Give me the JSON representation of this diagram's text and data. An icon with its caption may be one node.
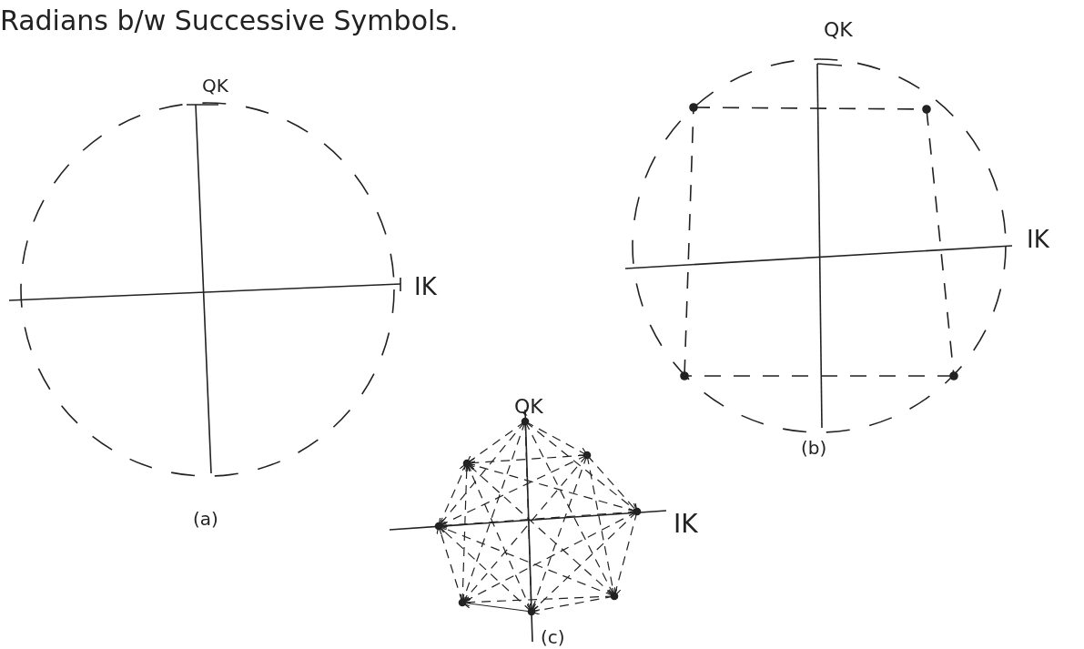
{
  "diagram": {
    "title": "Radians b/w Successive Symbols.",
    "labels": [
      "QK",
      "QK",
      "IK",
      "IK",
      "QK",
      "(b)",
      "IK",
      "(a)",
      "(c)"
    ]
  }
}
